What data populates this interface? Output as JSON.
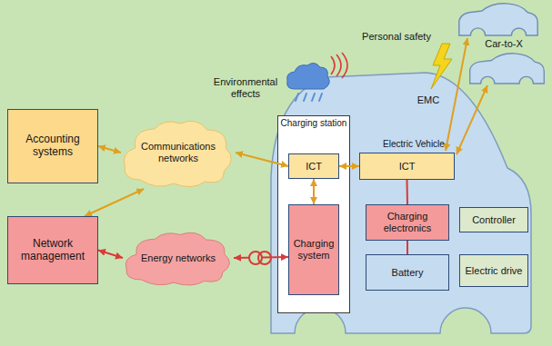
{
  "diagram": {
    "nodes": [
      {
        "text": [
          "Accounting systems"
        ]
      },
      {
        "text": [
          "Network management"
        ]
      },
      {
        "text": [
          "Communications networks"
        ]
      },
      {
        "text": [
          "Energy networks"
        ]
      },
      {
        "text": [
          "Charging station"
        ]
      },
      {
        "text": [
          "ICT"
        ],
        "in": 4
      },
      {
        "text": [
          "Charging system"
        ],
        "in": 4
      },
      {
        "text": [
          "Electric Vehicle"
        ]
      },
      {
        "text": [
          "ICT"
        ],
        "in": 7
      },
      {
        "text": [
          "Charging electronics"
        ],
        "in": 7
      },
      {
        "text": [
          "Controller"
        ],
        "in": 7
      },
      {
        "text": [
          "Battery"
        ],
        "in": 7
      },
      {
        "text": [
          "Electric drive"
        ],
        "in": 7
      }
    ],
    "edges": [
      {
        "from": 0,
        "to": 2,
        "arrow": "both"
      },
      {
        "from": 1,
        "to": 2,
        "arrow": "both"
      },
      {
        "from": 1,
        "to": 3,
        "arrow": "both"
      },
      {
        "from": 3,
        "to": 6,
        "arrow": "both"
      },
      {
        "from": 2,
        "to": 5,
        "arrow": "both"
      },
      {
        "from": 5,
        "to": 6,
        "arrow": "both"
      },
      {
        "from": 5,
        "to": 8,
        "arrow": "both"
      },
      {
        "from": 8,
        "to": 9,
        "arrow": "none"
      },
      {
        "from": 9,
        "to": 11,
        "arrow": "none"
      }
    ],
    "labels": [
      "Environmental effects",
      "Personal safety",
      "EMC",
      "Car-to-X"
    ]
  }
}
